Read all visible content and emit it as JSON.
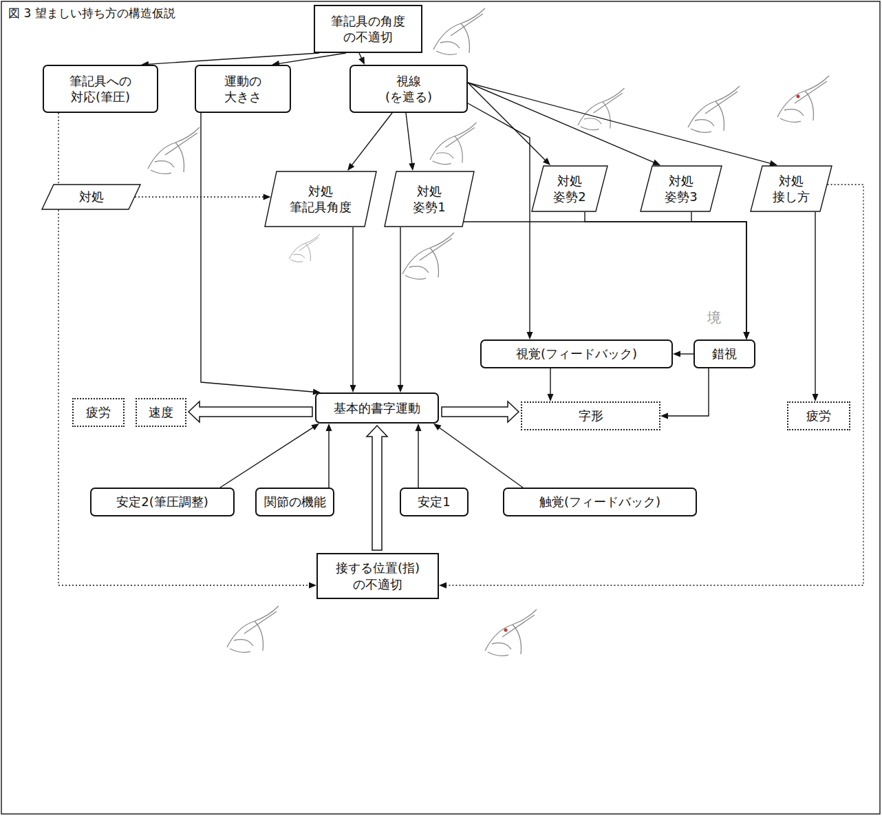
{
  "diagram": {
    "title": "図 3 望ましい持ち方の構造仮説",
    "nodes": [
      {
        "text": [
          "筆記具の角度 の不適切"
        ]
      },
      {
        "text": [
          "筆記具への 対応(筆圧)"
        ]
      },
      {
        "text": [
          "運動の 大きさ"
        ]
      },
      {
        "text": [
          "視線 (を遮る)"
        ]
      },
      {
        "text": [
          "対処"
        ]
      },
      {
        "text": [
          "対処 筆記具角度"
        ]
      },
      {
        "text": [
          "対処 姿勢1"
        ]
      },
      {
        "text": [
          "対処 姿勢2"
        ]
      },
      {
        "text": [
          "対処 姿勢3"
        ]
      },
      {
        "text": [
          "対処 接し方"
        ]
      },
      {
        "text": [
          "視覚(フィードバック)"
        ]
      },
      {
        "text": [
          "錯視"
        ]
      },
      {
        "text": [
          "疲労"
        ]
      },
      {
        "text": [
          "速度"
        ]
      },
      {
        "text": [
          "基本的書字運動"
        ]
      },
      {
        "text": [
          "字形"
        ]
      },
      {
        "text": [
          "疲労"
        ]
      },
      {
        "text": [
          "安定2(筆圧調整)"
        ]
      },
      {
        "text": [
          "関節の機能"
        ]
      },
      {
        "text": [
          "安定1"
        ]
      },
      {
        "text": [
          "触覚(フィードバック)"
        ]
      },
      {
        "text": [
          "接する位置(指) の不適切"
        ]
      }
    ],
    "edges": [
      {
        "from": 0,
        "to": 1,
        "arrow": "to"
      },
      {
        "from": 0,
        "to": 2,
        "arrow": "to"
      },
      {
        "from": 0,
        "to": 3,
        "arrow": "to"
      },
      {
        "from": 2,
        "to": 14,
        "arrow": "to"
      },
      {
        "from": 3,
        "to": 5,
        "arrow": "to"
      },
      {
        "from": 3,
        "to": 6,
        "arrow": "to"
      },
      {
        "from": 3,
        "to": 7,
        "arrow": "to"
      },
      {
        "from": 3,
        "to": 8,
        "arrow": "to"
      },
      {
        "from": 3,
        "to": 9,
        "arrow": "to"
      },
      {
        "from": 3,
        "to": 10,
        "arrow": "to"
      },
      {
        "from": 5,
        "to": 14,
        "arrow": "to"
      },
      {
        "from": 6,
        "to": 14,
        "arrow": "to"
      },
      {
        "from": 4,
        "to": 5,
        "arrow": "to"
      },
      {
        "from": 1,
        "to": 4,
        "arrow": "none"
      },
      {
        "from": 4,
        "to": 21,
        "arrow": "to"
      },
      {
        "from": 9,
        "to": 21,
        "arrow": "to"
      },
      {
        "from": 6,
        "to": 11,
        "arrow": "to"
      },
      {
        "from": 7,
        "to": 11,
        "arrow": "to"
      },
      {
        "from": 8,
        "to": 11,
        "arrow": "to"
      },
      {
        "from": 9,
        "to": 16,
        "arrow": "to"
      },
      {
        "from": 11,
        "to": 10,
        "arrow": "to"
      },
      {
        "from": 11,
        "to": 15,
        "arrow": "to"
      },
      {
        "from": 10,
        "to": 15,
        "arrow": "to"
      },
      {
        "from": 14,
        "to": 13,
        "arrow": "to"
      },
      {
        "from": 14,
        "to": 15,
        "arrow": "to"
      },
      {
        "from": 17,
        "to": 14,
        "arrow": "to"
      },
      {
        "from": 18,
        "to": 14,
        "arrow": "to"
      },
      {
        "from": 19,
        "to": 14,
        "arrow": "to"
      },
      {
        "from": 20,
        "to": 14,
        "arrow": "to"
      },
      {
        "from": 21,
        "to": 14,
        "arrow": "to"
      }
    ],
    "labels": [
      "境"
    ]
  }
}
